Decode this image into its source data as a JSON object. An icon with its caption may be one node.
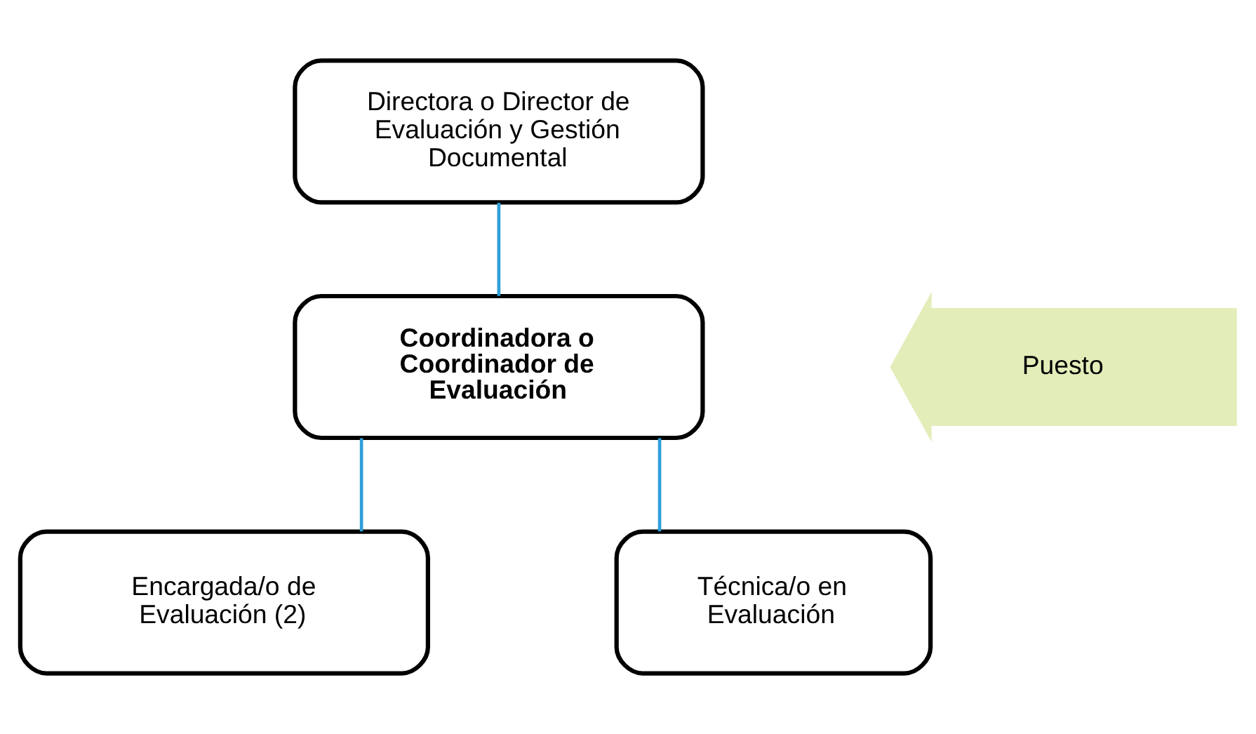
{
  "diagram": {
    "nodes": [
      {
        "text": [
          "Directora o Director de Evaluación y Gestión Documental"
        ]
      },
      {
        "text": [
          "Coordinadora o Coordinador de Evaluación"
        ]
      },
      {
        "text": [
          "Encargada/o de Evaluación (2)"
        ]
      },
      {
        "text": [
          "Técnica/o en Evaluación"
        ]
      },
      {
        "text": [
          "Puesto"
        ]
      }
    ],
    "edges": [
      {
        "from": 0,
        "to": 1,
        "arrow": "none"
      },
      {
        "from": 1,
        "to": 2,
        "arrow": "none"
      },
      {
        "from": 1,
        "to": 3,
        "arrow": "none"
      }
    ]
  }
}
